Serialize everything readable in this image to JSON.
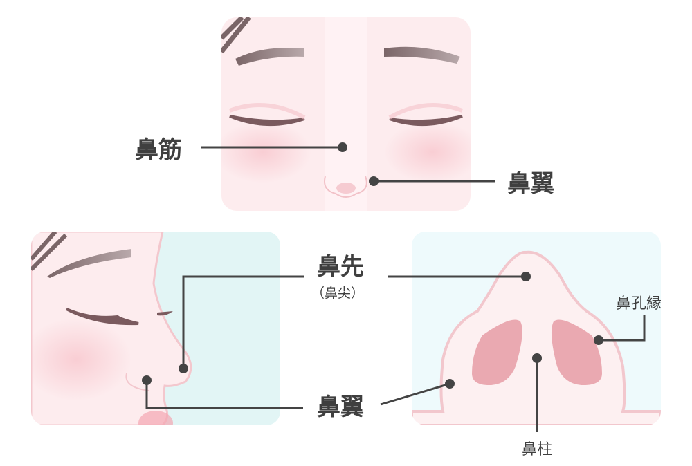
{
  "labels": {
    "bridge": "鼻筋",
    "ala_front": "鼻翼",
    "tip": "鼻先",
    "tip_sub": "（鼻尖）",
    "ala_side": "鼻翼",
    "nostril_rim": "鼻孔縁",
    "columella": "鼻柱"
  },
  "colors": {
    "skin": "#fdecee",
    "background_side": "#e2f5f5",
    "background_bottom": "#eefafc",
    "nostril": "#eaa9b1",
    "leader": "#444444"
  }
}
